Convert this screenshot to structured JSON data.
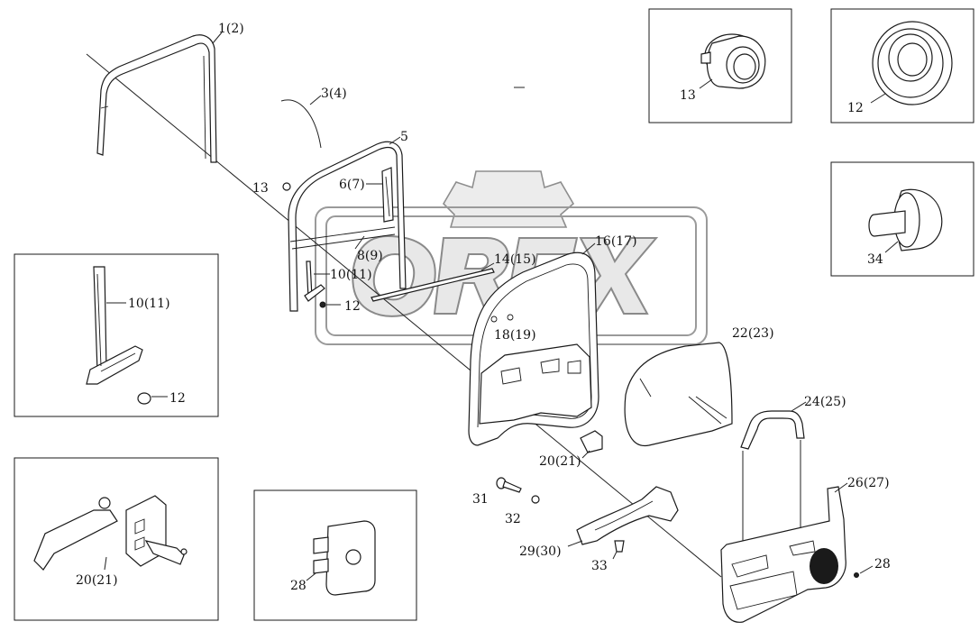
{
  "watermark": {
    "text": "OREX"
  },
  "labels": {
    "l1": "1(2)",
    "l3": "3(4)",
    "l5": "5",
    "l13a": "13",
    "l6": "6(7)",
    "l8": "8(9)",
    "l10a": "10(11)",
    "l12a": "12",
    "l14": "14(15)",
    "l16": "16(17)",
    "l18": "18(19)",
    "l20a": "20(21)",
    "l22": "22(23)",
    "l24": "24(25)",
    "l26": "26(27)",
    "l28a": "28",
    "l29": "29(30)",
    "l31": "31",
    "l32": "32",
    "l33": "33",
    "box10_label": "10(11)",
    "box10_label12": "12",
    "box20_label": "20(21)",
    "box28_label": "28",
    "box13_label": "13",
    "box12_label": "12",
    "box34_label": "34"
  }
}
